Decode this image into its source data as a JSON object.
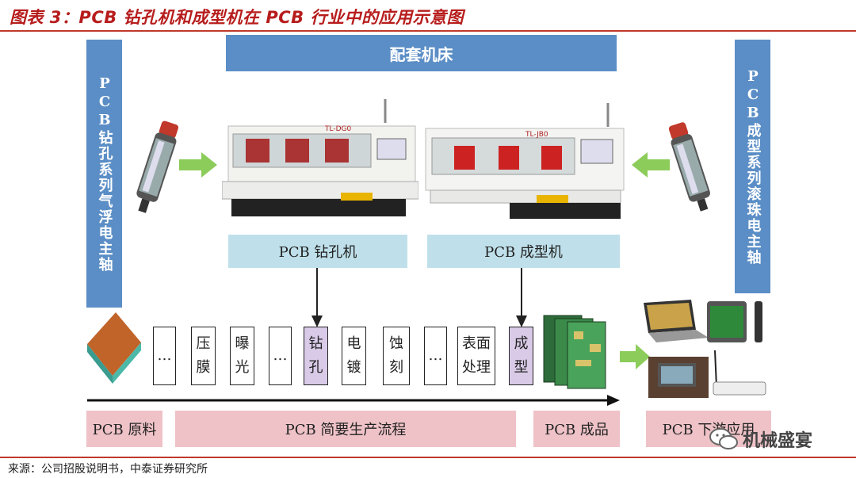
{
  "figure_title": "图表 3：PCB 钻孔机和成型机在 PCB 行业中的应用示意图",
  "top_banner": "配套机床",
  "left_vertical": "PCB钻孔系列气浮电主轴",
  "right_vertical": "PCB成型系列滚珠电主轴",
  "machines": {
    "drill_label": "PCB 钻孔机",
    "form_label": "PCB 成型机",
    "drill_brand": "TL-DG0",
    "form_brand": "TL-JB0"
  },
  "steps": [
    {
      "line1": "…",
      "line2": ""
    },
    {
      "line1": "压",
      "line2": "膜"
    },
    {
      "line1": "曝",
      "line2": "光"
    },
    {
      "line1": "…",
      "line2": ""
    },
    {
      "line1": "钻",
      "line2": "孔"
    },
    {
      "line1": "电",
      "line2": "镀"
    },
    {
      "line1": "蚀",
      "line2": "刻"
    },
    {
      "line1": "…",
      "line2": ""
    },
    {
      "line1": "表面",
      "line2": "处理"
    },
    {
      "line1": "成",
      "line2": "型"
    }
  ],
  "bottom_bars": {
    "raw": "PCB 原料",
    "process": "PCB 简要生产流程",
    "product": "PCB 成品",
    "downstream": "PCB 下游应用"
  },
  "watermark": "机械盛宴",
  "source": "来源：公司招股说明书，中泰证券研究所",
  "colors": {
    "title_red": "#b71c1c",
    "blue": "#5b8ec6",
    "light_blue": "#bfe0ea",
    "pink": "#eec2c7",
    "green_arrow": "#8ccc5a",
    "highlight": "#d9cbe8"
  }
}
